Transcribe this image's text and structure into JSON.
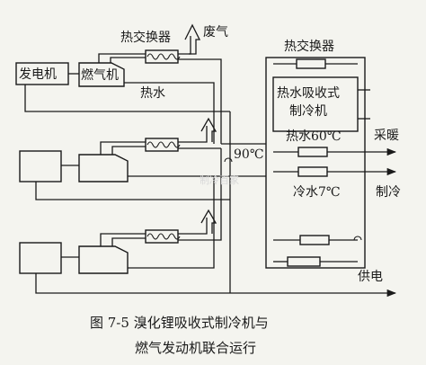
{
  "labels": {
    "heat_exchanger_top": "热交换器",
    "exhaust": "废气",
    "generator": "发电机",
    "gas_engine": "燃气机",
    "hot_water": "热水",
    "heat_exchanger_right": "热交换器",
    "absorption_chiller_line1": "热水吸收式",
    "absorption_chiller_line2": "制冷机",
    "hot_water_60": "热水60℃",
    "temp_90": "90℃",
    "heating": "采暖",
    "cold_water_7": "冷水7℃",
    "cooling": "制冷",
    "power_supply": "供电"
  },
  "caption": {
    "line1": "图 7-5    溴化锂吸收式制冷机与",
    "line2": "燃气发动机联合运行"
  },
  "watermark": "制冷百家"
}
